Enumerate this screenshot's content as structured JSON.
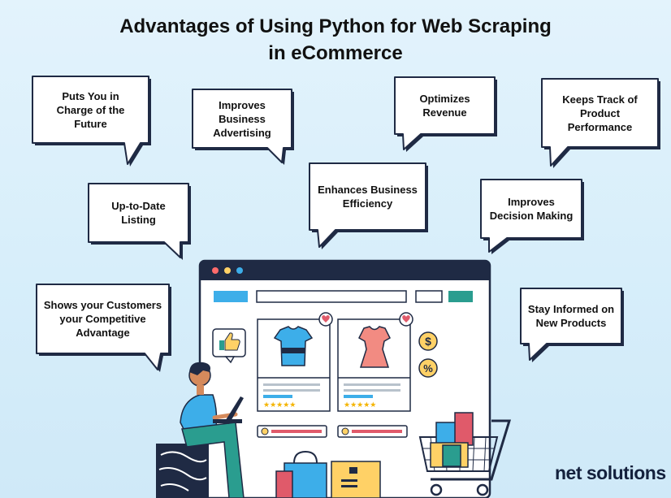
{
  "title_line1": "Advantages of Using Python for Web Scraping",
  "title_line2": "in eCommerce",
  "advantages": [
    {
      "lines": [
        "Puts You in",
        "Charge of the",
        "Future"
      ]
    },
    {
      "lines": [
        "Improves",
        "Business",
        "Advertising"
      ]
    },
    {
      "lines": [
        "Optimizes",
        "Revenue"
      ]
    },
    {
      "lines": [
        "Keeps Track of",
        "Product",
        "Performance"
      ]
    },
    {
      "lines": [
        "Up-to-Date",
        "Listing"
      ]
    },
    {
      "lines": [
        "Enhances Business",
        "Efficiency"
      ]
    },
    {
      "lines": [
        "Improves",
        "Decision Making"
      ]
    },
    {
      "lines": [
        "Shows your Customers",
        "your Competitive",
        "Advantage"
      ]
    },
    {
      "lines": [
        "Stay Informed on",
        "New Products"
      ]
    }
  ],
  "currency_icon": "dollar-icon",
  "currency_glyph": "$",
  "percent_icon": "percent-icon",
  "percent_glyph": "%",
  "brand": "net solutions",
  "colors": {
    "accent_blue": "#3daee9",
    "teal": "#2a9d8f",
    "heart": "#e05a6a",
    "navy": "#1f2a44"
  }
}
